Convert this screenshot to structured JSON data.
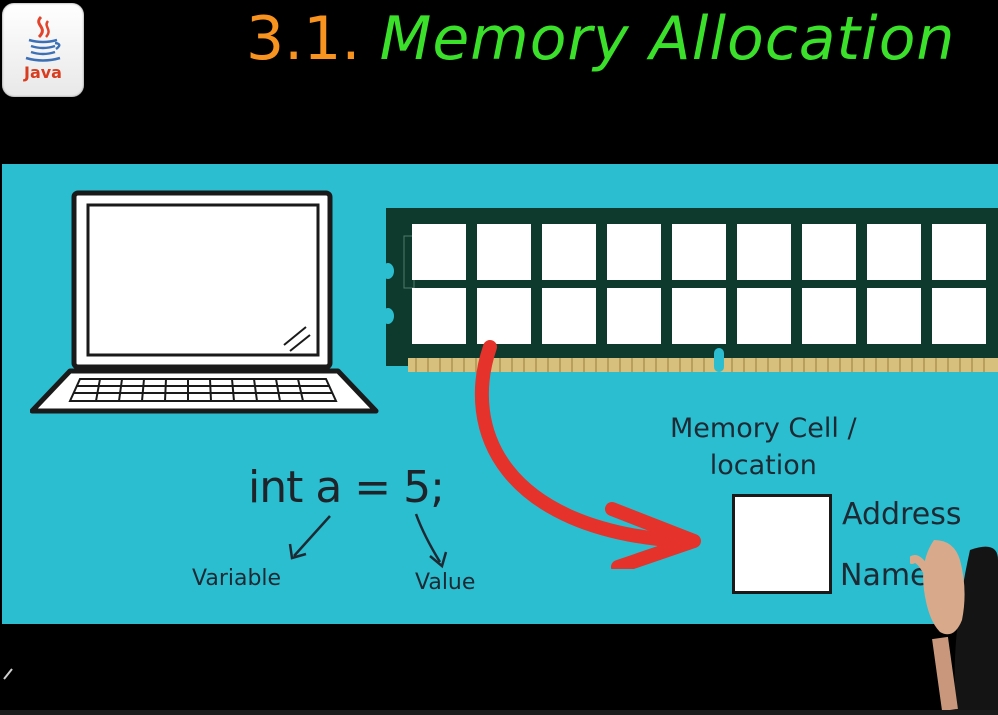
{
  "logo": {
    "word": "Java",
    "icon": "java-cup-icon"
  },
  "title": {
    "number": "3.1.",
    "text": "Memory Allocation"
  },
  "slide": {
    "code": "int a = 5;",
    "label_variable": "Variable",
    "label_value": "Value",
    "cell_label_line1": "Memory Cell /",
    "cell_label_line2": "location",
    "label_address": "Address",
    "label_name": "Name",
    "colors": {
      "background": "#2abed0",
      "ram_board": "#0d3a2c",
      "arrow": "#e5322a"
    }
  }
}
